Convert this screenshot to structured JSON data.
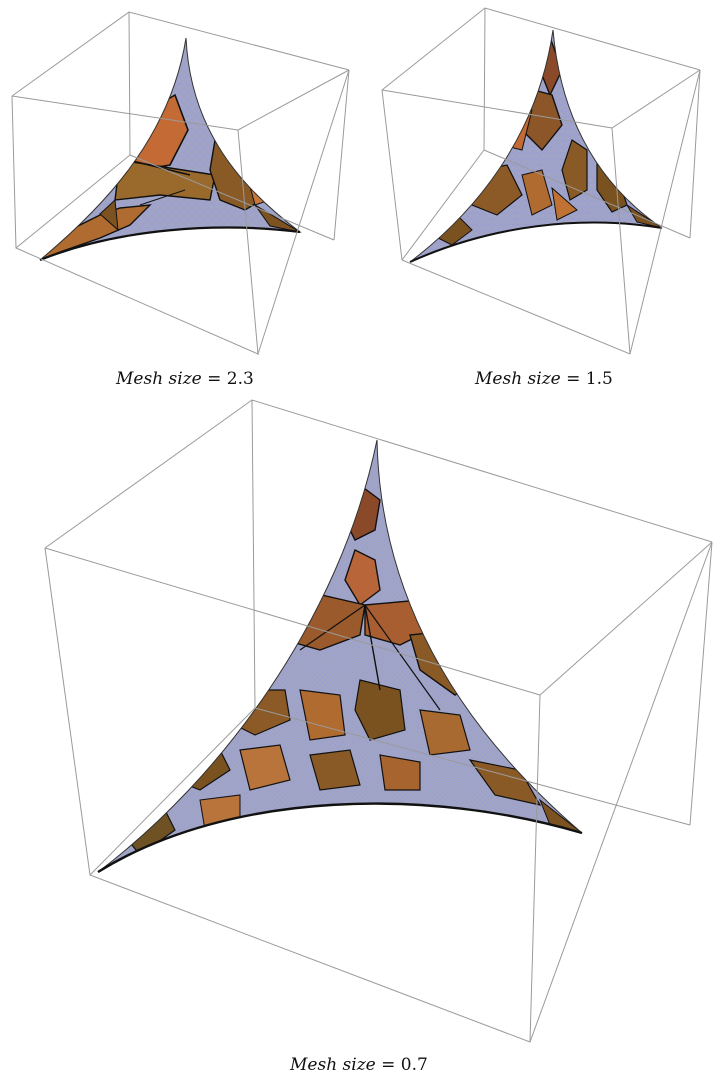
{
  "captions": [
    {
      "label": "Mesh size",
      "eq": "= 2.3"
    },
    {
      "label": "Mesh size",
      "eq": "= 1.5"
    },
    {
      "label": "Mesh size",
      "eq": "= 0.7"
    }
  ],
  "colors": {
    "box": "#9a9a9a",
    "mesh": "#9fa6d6",
    "mesh_deep": "#8a85cf",
    "grey_patch": "#a2a2a8",
    "orange": "#b96a33",
    "orange_light": "#cf7e3f",
    "brown": "#7a5220",
    "edge": "#111111"
  }
}
